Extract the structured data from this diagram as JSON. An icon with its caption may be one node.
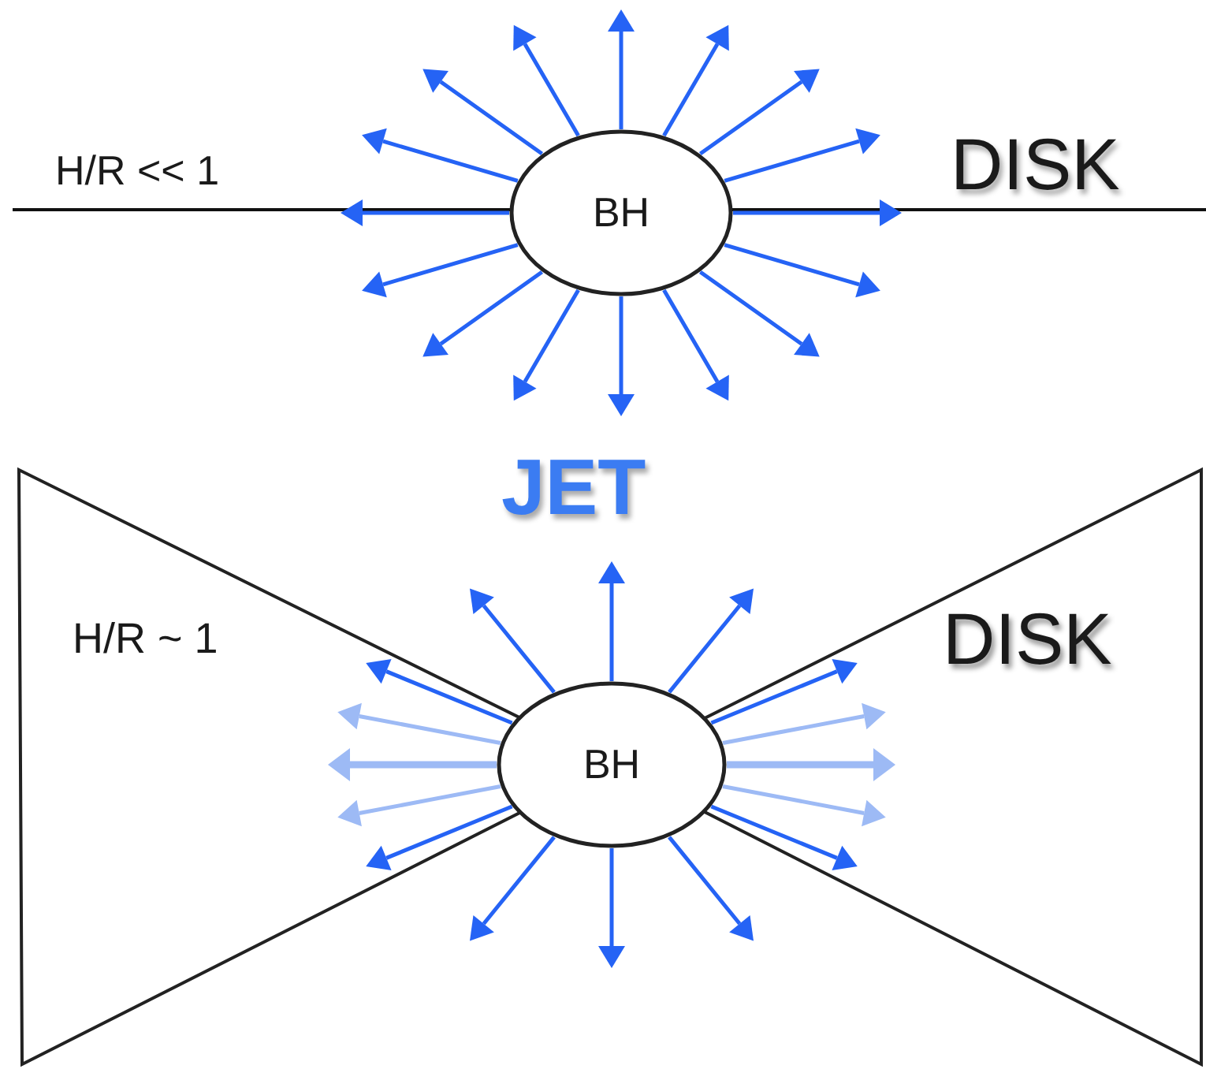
{
  "diagram": {
    "nodes": [
      {
        "text": [
          "BH"
        ]
      },
      {
        "text": [
          "H/R ~ 1"
        ]
      },
      {
        "text": [
          "DISK"
        ]
      },
      {
        "text": [
          "BH"
        ]
      }
    ],
    "edges": [
      {
        "from": 0,
        "to": null,
        "arrow": "to"
      },
      {
        "from": 0,
        "to": null,
        "arrow": "to"
      },
      {
        "from": 0,
        "to": null,
        "arrow": "to"
      },
      {
        "from": 0,
        "to": null,
        "arrow": "to"
      },
      {
        "from": 0,
        "to": null,
        "arrow": "to"
      },
      {
        "from": 0,
        "to": null,
        "arrow": "to"
      },
      {
        "from": 0,
        "to": null,
        "arrow": "to"
      },
      {
        "from": 0,
        "to": null,
        "arrow": "to"
      },
      {
        "from": 0,
        "to": null,
        "arrow": "to"
      },
      {
        "from": 0,
        "to": null,
        "arrow": "to"
      },
      {
        "from": 0,
        "to": null,
        "arrow": "to"
      },
      {
        "from": 0,
        "to": null,
        "arrow": "to"
      },
      {
        "from": 0,
        "to": null,
        "arrow": "to"
      },
      {
        "from": 0,
        "to": null,
        "arrow": "to"
      },
      {
        "from": 0,
        "to": null,
        "arrow": "to"
      },
      {
        "from": 0,
        "to": null,
        "arrow": "to"
      },
      {
        "from": 3,
        "to": 2,
        "arrow": "to",
        "style": "thick",
        "color": "#9dbaf5"
      },
      {
        "from": 3,
        "to": 2,
        "arrow": "to",
        "color": "#9dbaf5"
      },
      {
        "from": 3,
        "to": 2,
        "arrow": "to"
      },
      {
        "from": 3,
        "to": null,
        "arrow": "to"
      },
      {
        "from": 3,
        "to": null,
        "arrow": "to"
      },
      {
        "from": 3,
        "to": null,
        "arrow": "to"
      },
      {
        "from": 3,
        "to": 1,
        "arrow": "to"
      },
      {
        "from": 3,
        "to": 1,
        "arrow": "to",
        "color": "#9dbaf5"
      },
      {
        "from": 3,
        "to": 1,
        "arrow": "to",
        "style": "thick",
        "color": "#9dbaf5"
      },
      {
        "from": 3,
        "to": 1,
        "arrow": "to",
        "color": "#9dbaf5"
      },
      {
        "from": 3,
        "to": 1,
        "arrow": "to"
      },
      {
        "from": 3,
        "to": null,
        "arrow": "to"
      },
      {
        "from": 3,
        "to": null,
        "arrow": "to"
      },
      {
        "from": 3,
        "to": null,
        "arrow": "to"
      },
      {
        "from": 3,
        "to": 2,
        "arrow": "to"
      },
      {
        "from": 3,
        "to": 2,
        "arrow": "to",
        "color": "#9dbaf5"
      }
    ],
    "labels": [
      "H/R << 1",
      "DISK",
      "JET"
    ]
  }
}
